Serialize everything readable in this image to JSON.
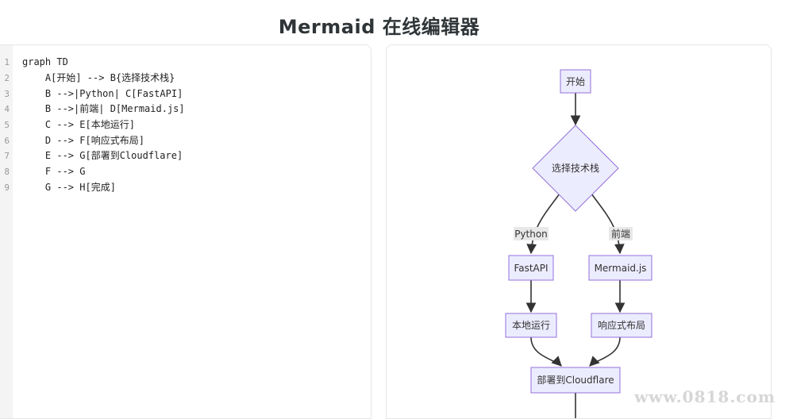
{
  "header": {
    "title": "Mermaid 在线编辑器"
  },
  "editor": {
    "lines": [
      {
        "no": "1",
        "text": "graph TD"
      },
      {
        "no": "2",
        "text": "    A[开始] --> B{选择技术栈}"
      },
      {
        "no": "3",
        "text": "    B -->|Python| C[FastAPI]"
      },
      {
        "no": "4",
        "text": "    B -->|前端| D[Mermaid.js]"
      },
      {
        "no": "5",
        "text": "    C --> E[本地运行]"
      },
      {
        "no": "6",
        "text": "    D --> F[响应式布局]"
      },
      {
        "no": "7",
        "text": "    E --> G[部署到Cloudflare]"
      },
      {
        "no": "8",
        "text": "    F --> G"
      },
      {
        "no": "9",
        "text": "    G --> H[完成]"
      }
    ]
  },
  "diagram": {
    "colors": {
      "node_fill": "#ececff",
      "node_stroke": "#9370db",
      "edge": "#333333",
      "label_bg": "#e8e8e8"
    },
    "nodes": {
      "A": "开始",
      "B": "选择技术栈",
      "C": "FastAPI",
      "D": "Mermaid.js",
      "E": "本地运行",
      "F": "响应式布局",
      "G": "部署到Cloudflare"
    },
    "edge_labels": {
      "BC": "Python",
      "BD": "前端"
    }
  },
  "watermark": {
    "text": "www.0818.com"
  }
}
